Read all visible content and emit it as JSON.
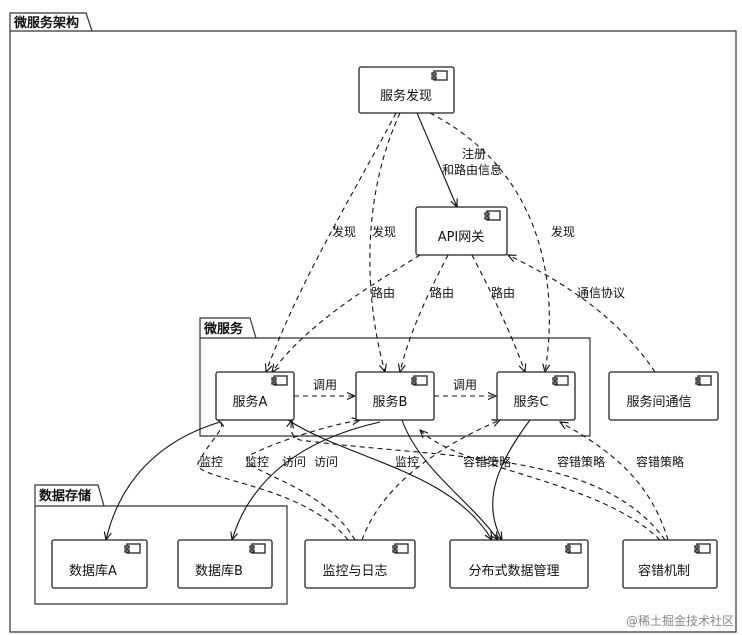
{
  "frames": {
    "outer": "微服务架构",
    "microservices": "微服务",
    "storage": "数据存储"
  },
  "nodes": {
    "discovery": "服务发现",
    "gateway": "API网关",
    "service_a": "服务A",
    "service_b": "服务B",
    "service_c": "服务C",
    "inter_comm": "服务间通信",
    "db_a": "数据库A",
    "db_b": "数据库B",
    "monitor": "监控与日志",
    "dist_data": "分布式数据管理",
    "fault": "容错机制"
  },
  "edges": {
    "register_1": "注册",
    "register_2": "和路由信息",
    "discover_a": "发现",
    "discover_b": "发现",
    "discover_c": "发现",
    "route_a": "路由",
    "route_b": "路由",
    "route_c": "路由",
    "protocol": "通信协议",
    "call_ab": "调用",
    "call_bc": "调用",
    "monitor_a": "监控",
    "monitor_b": "监控",
    "monitor_c": "监控",
    "access_a": "访问",
    "access_b": "访问",
    "fault_a": "容错策略",
    "fault_b": "容错策略",
    "fault_c": "容错策略"
  },
  "watermark": "@稀土掘金技术社区"
}
